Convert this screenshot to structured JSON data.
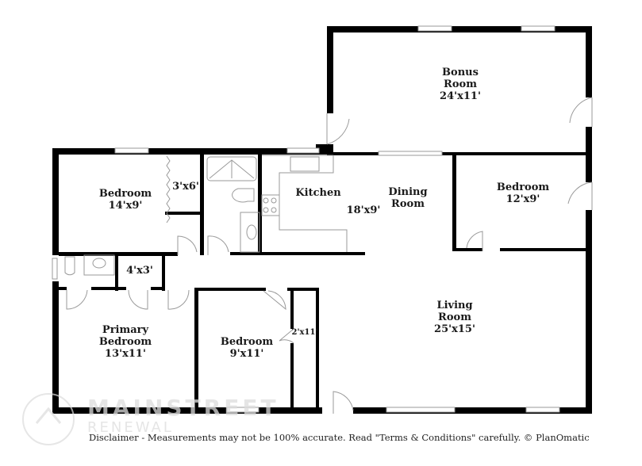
{
  "rooms": {
    "bonus": {
      "name1": "Bonus",
      "name2": "Room",
      "dims": "24'x11'"
    },
    "bedroom_nw": {
      "name": "Bedroom",
      "dims": "14'x9'"
    },
    "closet_nw": {
      "dims": "3'x6'"
    },
    "kitchen": {
      "name": "Kitchen"
    },
    "kitchen_dining_dims": "18'x9'",
    "dining": {
      "name1": "Dining",
      "name2": "Room"
    },
    "bedroom_ne": {
      "name": "Bedroom",
      "dims": "12'x9'"
    },
    "closet_hall": {
      "dims": "4'x3'"
    },
    "primary": {
      "name1": "Primary",
      "name2": "Bedroom",
      "dims": "13'x11'"
    },
    "bedroom_s": {
      "name": "Bedroom",
      "dims": "9'x11'"
    },
    "closet_s": {
      "dims": "2'x11'"
    },
    "living": {
      "name1": "Living",
      "name2": "Room",
      "dims": "25'x15'"
    }
  },
  "watermark": {
    "line1": "MAINSTREET",
    "line2": "RENEWAL"
  },
  "disclaimer": "Disclaimer - Measurements may not be 100% accurate. Read \"Terms & Conditions\" carefully. © PlanOmatic",
  "colors": {
    "wall": "#000000",
    "fixture": "#9a9a9a",
    "background": "#ffffff"
  }
}
